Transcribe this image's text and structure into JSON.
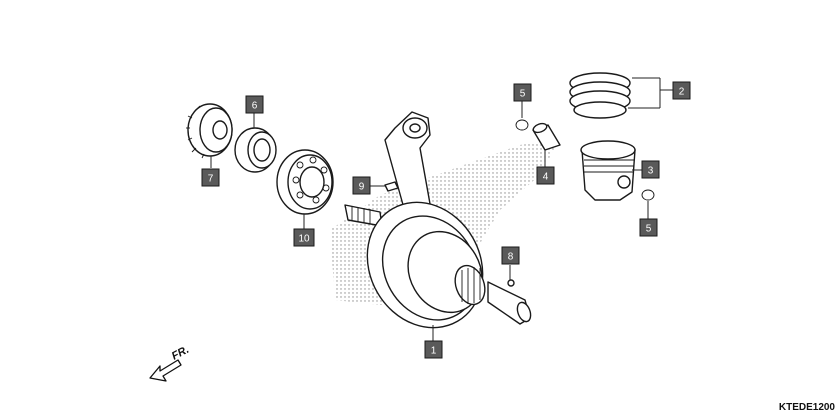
{
  "diagram_code": "KTEDE1200",
  "direction_label": "FR.",
  "callouts": [
    {
      "id": "1",
      "label": "1"
    },
    {
      "id": "2",
      "label": "2"
    },
    {
      "id": "3",
      "label": "3"
    },
    {
      "id": "4",
      "label": "4"
    },
    {
      "id": "5a",
      "label": "5"
    },
    {
      "id": "5b",
      "label": "5"
    },
    {
      "id": "6",
      "label": "6"
    },
    {
      "id": "7",
      "label": "7"
    },
    {
      "id": "8",
      "label": "8"
    },
    {
      "id": "9",
      "label": "9"
    },
    {
      "id": "10",
      "label": "10"
    }
  ]
}
